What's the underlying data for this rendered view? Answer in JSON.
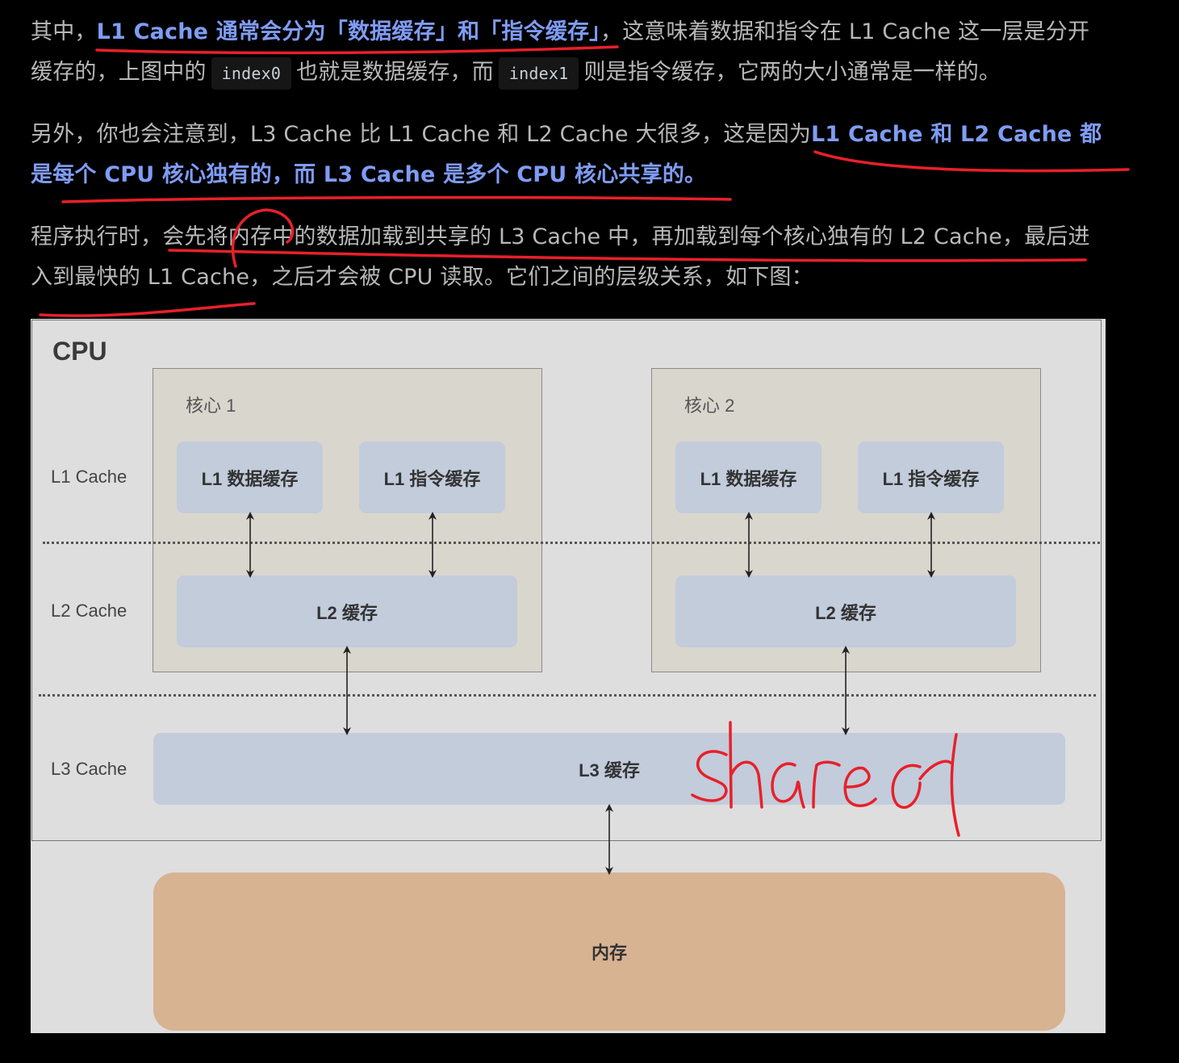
{
  "article": {
    "p1": {
      "pre": "其中，",
      "hl": "L1 Cache 通常会分为「数据缓存」和「指令缓存」",
      "mid1": "，这意味着数据和指令在 L1 Cache 这一层是分开缓存的，上图中的",
      "code1": "index0",
      "mid2": "也就是数据缓存，而",
      "code2": "index1",
      "post": "则是指令缓存，它两的大小通常是一样的。"
    },
    "p2": {
      "pre": "另外，你也会注意到，L3 Cache 比 L1 Cache 和 L2 Cache 大很多，这是因为",
      "hl": "L1 Cache 和 L2 Cache 都是每个 CPU 核心独有的，而 L3 Cache 是多个 CPU 核心共享的。"
    },
    "p3": {
      "text": "程序执行时，会先将内存中的数据加载到共享的 L3 Cache 中，再加载到每个核心独有的 L2 Cache，最后进入到最快的 L1 Cache，之后才会被 CPU 读取。它们之间的层级关系，如下图："
    }
  },
  "diagram": {
    "cpu_title": "CPU",
    "row_labels": {
      "l1": "L1 Cache",
      "l2": "L2 Cache",
      "l3": "L3 Cache"
    },
    "cores": [
      {
        "label": "核心 1",
        "l1_data": "L1 数据缓存",
        "l1_instr": "L1 指令缓存",
        "l2": "L2 缓存"
      },
      {
        "label": "核心 2",
        "l1_data": "L1 数据缓存",
        "l1_instr": "L1 指令缓存",
        "l2": "L2 缓存"
      }
    ],
    "l3": "L3 缓存",
    "memory": "内存"
  },
  "annotation": {
    "handwritten_text": "shared",
    "ink_color": "#e8202a"
  },
  "colors": {
    "page_bg": "#000000",
    "body_text": "#b8b8b8",
    "highlight_text": "#7f9cf5",
    "cache_fill": "#c2ccdb",
    "core_fill": "#d9d6ce",
    "memory_fill": "#d7b392",
    "diagram_bg": "#dedede"
  }
}
